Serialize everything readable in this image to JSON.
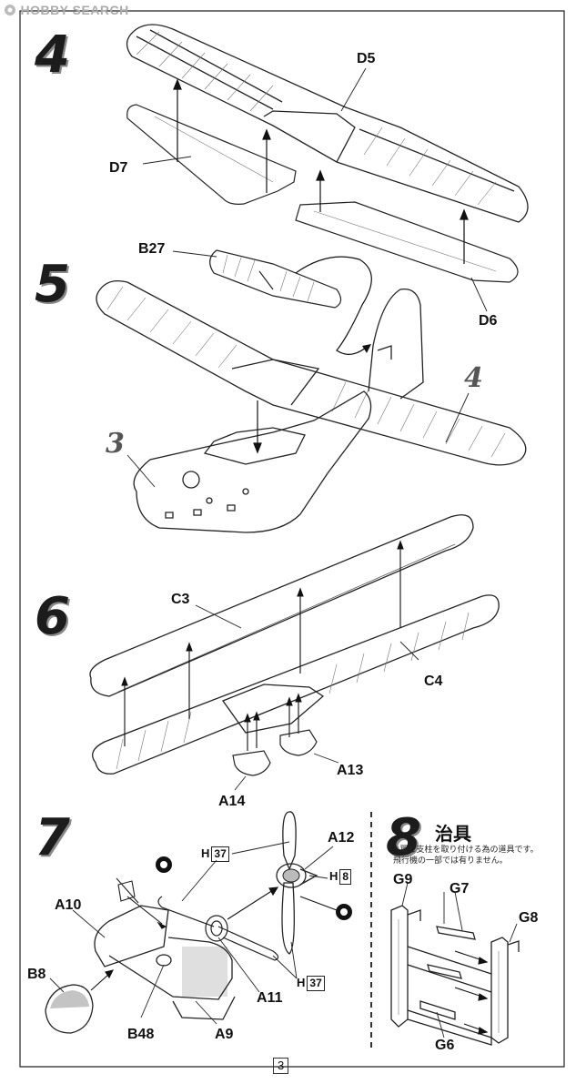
{
  "watermark": {
    "logo_text": "HOBBY SEARCH"
  },
  "page": {
    "number": "3"
  },
  "steps": {
    "s4": {
      "number": "4",
      "parts": {
        "d5": "D5",
        "d6": "D6",
        "d7": "D7"
      }
    },
    "s5": {
      "number": "5",
      "parts": {
        "b27": "B27"
      },
      "refs": {
        "r3": "3",
        "r4": "4"
      }
    },
    "s6": {
      "number": "6",
      "parts": {
        "c3": "C3",
        "c4": "C4",
        "a13": "A13",
        "a14": "A14"
      }
    },
    "s7": {
      "number": "7",
      "parts": {
        "a9": "A9",
        "a10": "A10",
        "a11": "A11",
        "a12": "A12",
        "b8": "B8",
        "b48": "B48"
      },
      "h_parts": {
        "h37_top_letter": "H",
        "h37_top_num": "37",
        "h8_letter": "H",
        "h8_num": "8",
        "h37_bottom_letter": "H",
        "h37_bottom_num": "37"
      }
    },
    "s8": {
      "number": "8",
      "title": "治具",
      "note_line1": "※翼と支柱を取り付ける為の道具です。",
      "note_line2": "飛行機の一部では有りません。",
      "parts": {
        "g6": "G6",
        "g7": "G7",
        "g8": "G8",
        "g9": "G9"
      }
    }
  }
}
